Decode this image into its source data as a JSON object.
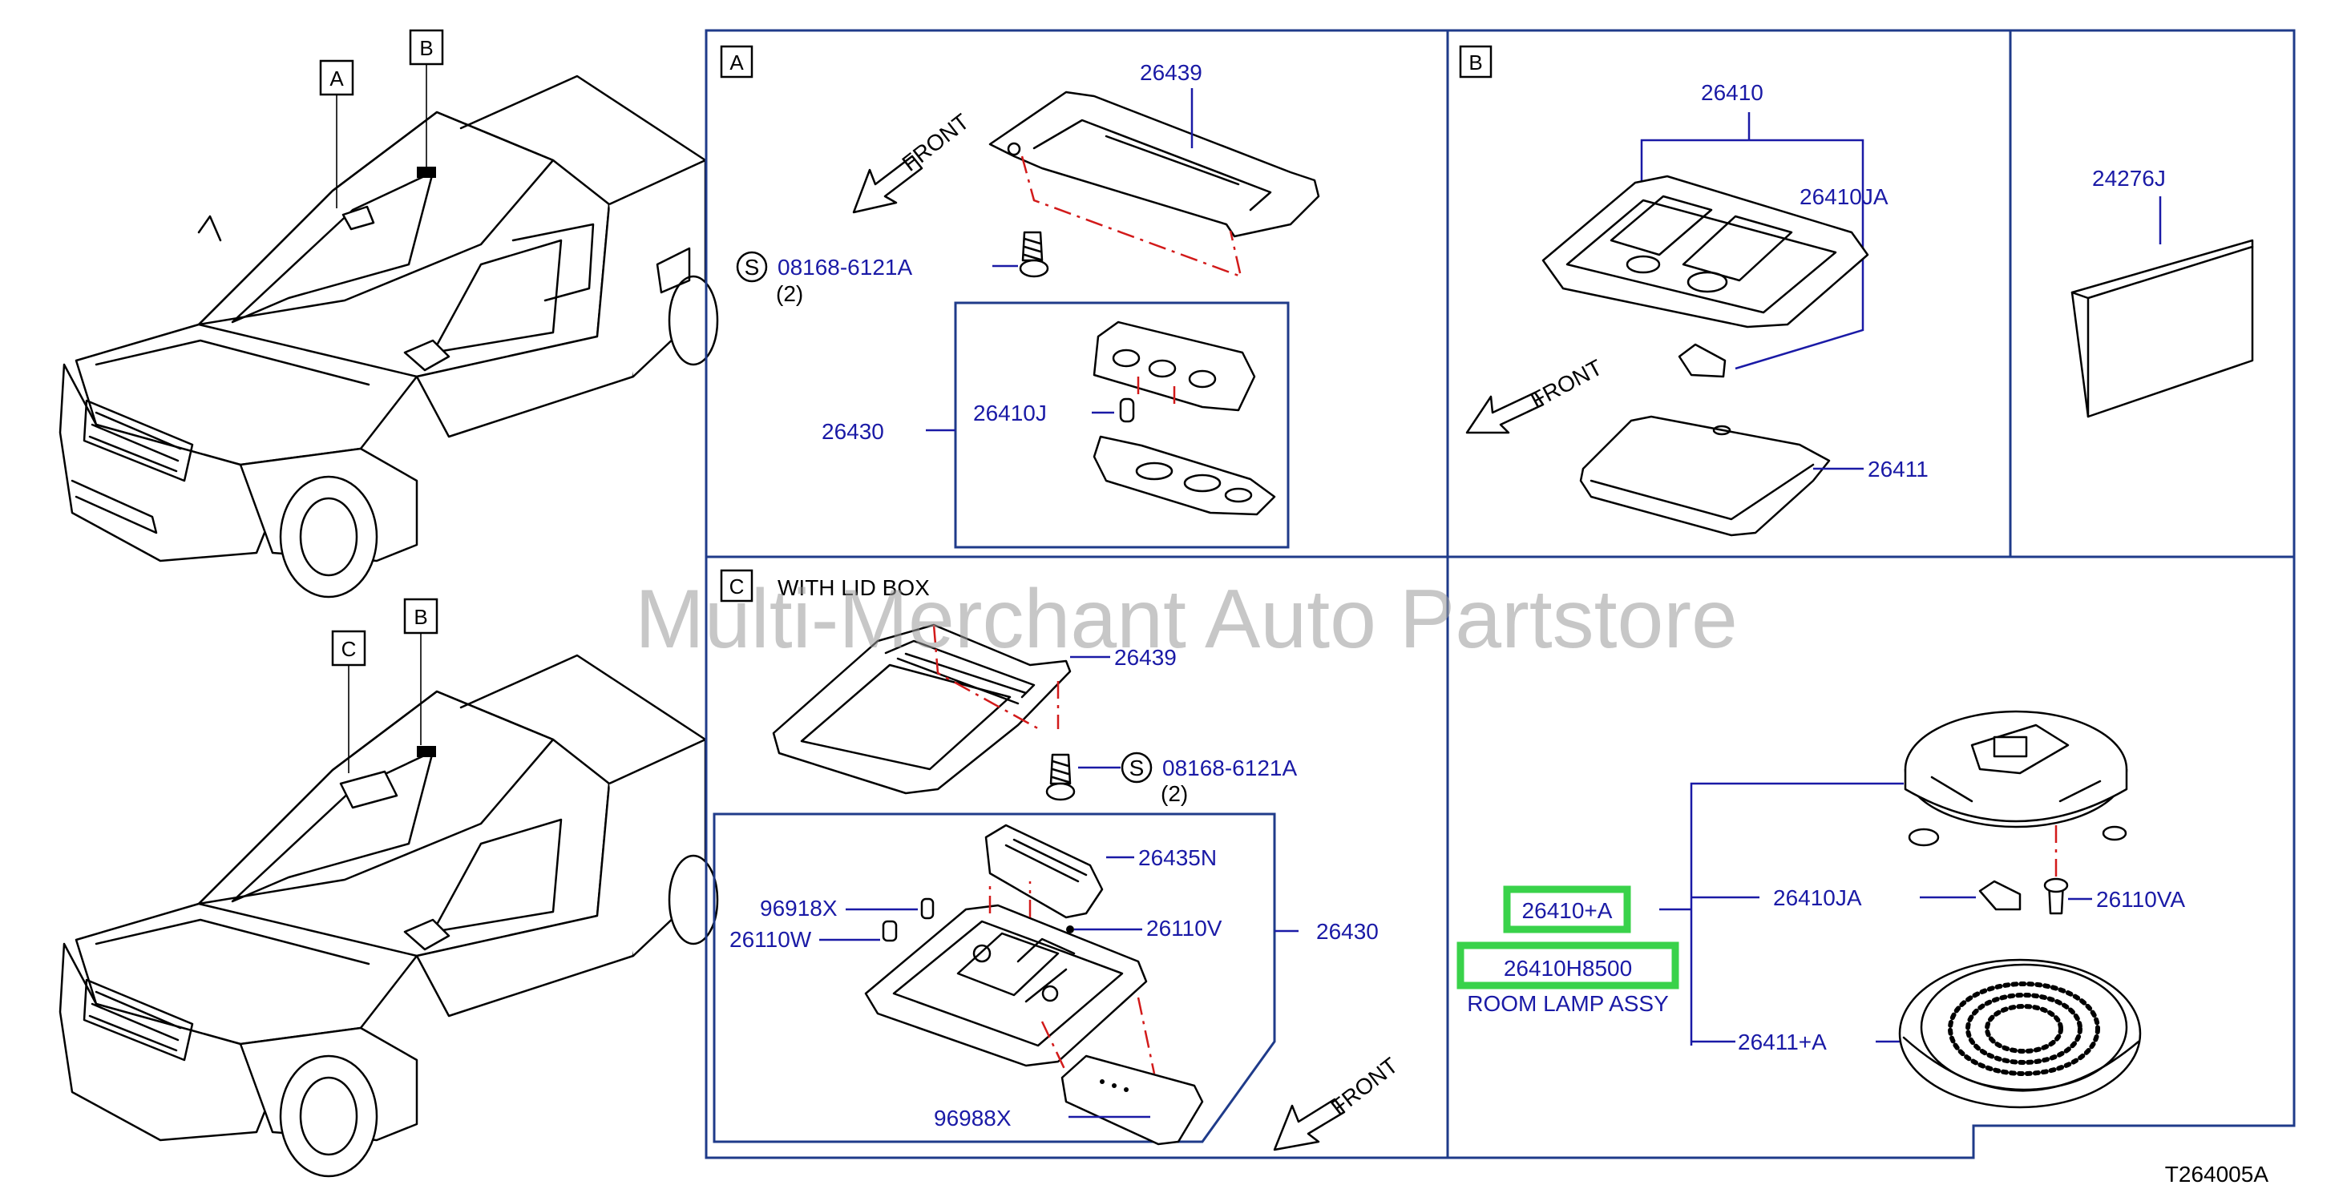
{
  "diagram": {
    "drawing_code": "T264005A",
    "watermark": "Multi-Merchant Auto Partstore",
    "vehicle_callouts": [
      "A",
      "B",
      "C",
      "B"
    ],
    "panel_A": {
      "letter": "A",
      "front_label": "FRONT",
      "parts": {
        "p26439": "26439",
        "screw_symbol": "S",
        "screw": "08168-6121A",
        "screw_qty": "(2)",
        "p26430": "26430",
        "p26410J": "26410J"
      }
    },
    "panel_B": {
      "letter": "B",
      "front_label": "FRONT",
      "parts": {
        "p26410": "26410",
        "p26410JA": "26410JA",
        "p26411": "26411"
      }
    },
    "panel_24276J": {
      "part": "24276J"
    },
    "panel_C": {
      "letter": "C",
      "title": "WITH   LID   BOX",
      "front_label": "FRONT",
      "parts": {
        "p26439": "26439",
        "screw_symbol": "S",
        "screw": "08168-6121A",
        "screw_qty": "(2)",
        "p26435N": "26435N",
        "p96918X": "96918X",
        "p26110W": "26110W",
        "p26110V": "26110V",
        "p26430": "26430",
        "p96988X": "96988X"
      }
    },
    "panel_D": {
      "highlight_part": "26410+A",
      "part_number": "26410H8500",
      "description": "ROOM LAMP ASSY",
      "parts": {
        "p26410JA": "26410JA",
        "p26110VA": "26110VA",
        "p26411A": "26411+A"
      }
    },
    "colors": {
      "label_blue": "#1a1aa6",
      "frame_blue": "#1f3b8a",
      "highlight_green": "#39d24a",
      "red_dash": "#d21a1a"
    }
  }
}
